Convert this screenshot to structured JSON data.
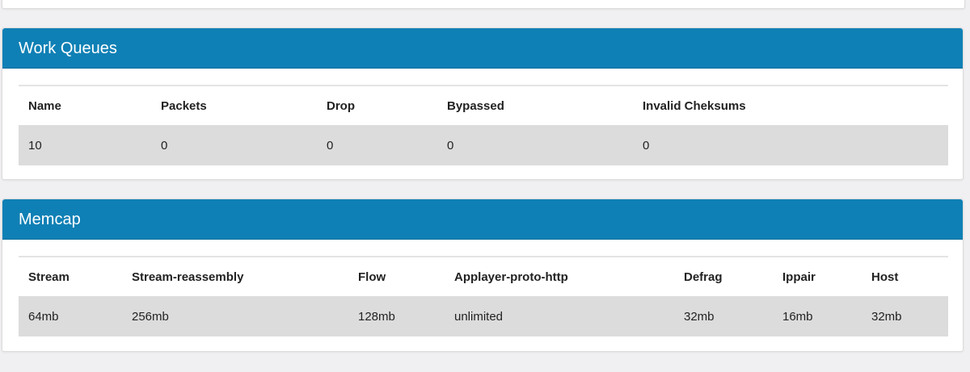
{
  "work_queues": {
    "title": "Work Queues",
    "columns": [
      "Name",
      "Packets",
      "Drop",
      "Bypassed",
      "Invalid Cheksums"
    ],
    "rows": [
      [
        "10",
        "0",
        "0",
        "0",
        "0"
      ]
    ]
  },
  "memcap": {
    "title": "Memcap",
    "columns": [
      "Stream",
      "Stream-reassembly",
      "Flow",
      "Applayer-proto-http",
      "Defrag",
      "Ippair",
      "Host"
    ],
    "rows": [
      [
        "64mb",
        "256mb",
        "128mb",
        "unlimited",
        "32mb",
        "16mb",
        "32mb"
      ]
    ]
  },
  "colors": {
    "header_bg": "#0f80b5",
    "row_bg": "#dcdcdd",
    "page_bg": "#f0eff1"
  }
}
